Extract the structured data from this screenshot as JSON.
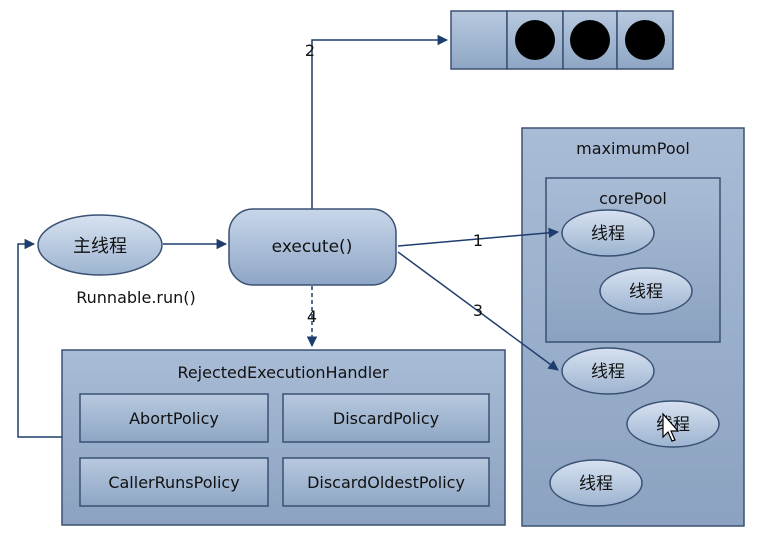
{
  "main_thread": {
    "label": "主线程",
    "caption": "Runnable.run()"
  },
  "execute": {
    "label": "execute()"
  },
  "arrows": {
    "to_core": "1",
    "to_queue": "2",
    "to_max": "3",
    "to_reject": "4"
  },
  "queue": {
    "empty_slots": 1,
    "filled_slots": 3
  },
  "maximum_pool": {
    "title": "maximumPool",
    "core_pool": {
      "title": "corePool",
      "threads": [
        "线程",
        "线程"
      ]
    },
    "threads": [
      "线程",
      "线程",
      "线程"
    ]
  },
  "rejected_handler": {
    "title": "RejectedExecutionHandler",
    "policies": [
      "AbortPolicy",
      "DiscardPolicy",
      "CallerRunsPolicy",
      "DiscardOldestPolicy"
    ]
  },
  "colors": {
    "fill_light": "#c2d3e8",
    "fill_dark": "#8fa8c6",
    "stroke": "#3b5173",
    "arrow": "#1f3d6e",
    "dot": "#000000"
  }
}
